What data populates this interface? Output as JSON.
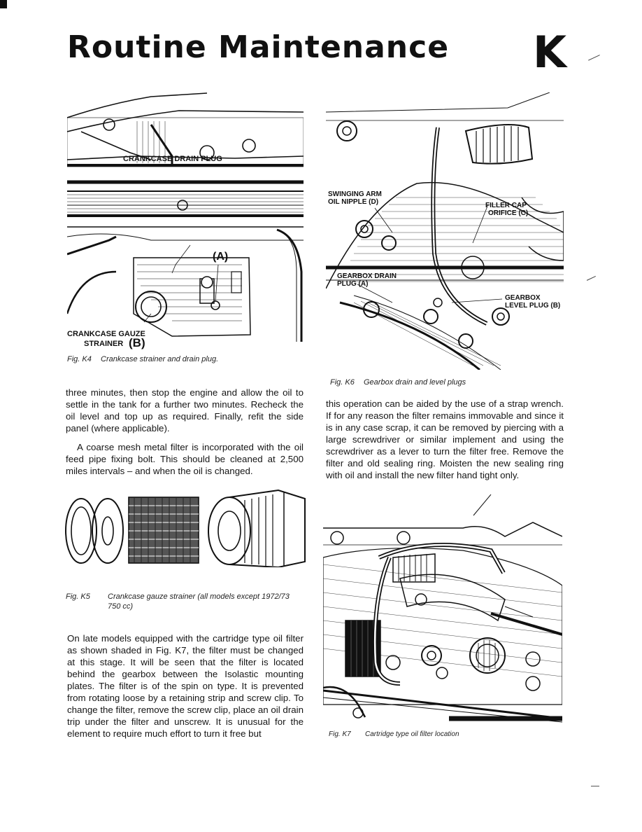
{
  "header": {
    "title": "Routine Maintenance",
    "section": "K"
  },
  "fig_k4": {
    "label_drain": "CRANKCASE DRAIN PLUG",
    "label_drain_letter": "(A)",
    "label_strainer_1": "CRANKCASE GAUZE",
    "label_strainer_2": "STRAINER",
    "label_strainer_letter": "(B)",
    "caption_num": "Fig. K4",
    "caption_text": "Crankcase strainer and drain plug."
  },
  "fig_k6": {
    "label_swing_1": "SWINGING ARM",
    "label_swing_2": "OIL NIPPLE (D)",
    "label_filler_1": "FILLER CAP",
    "label_filler_2": "ORIFICE (C)",
    "label_gbdrain_1": "GEARBOX  DRAIN",
    "label_gbdrain_2": "PLUG (A)",
    "label_gblevel_1": "GEARBOX",
    "label_gblevel_2": "LEVEL PLUG (B)",
    "caption_num": "Fig. K6",
    "caption_text": "Gearbox drain and level plugs"
  },
  "fig_k5": {
    "caption_num": "Fig. K5",
    "caption_text_1": "Crankcase gauze strainer (all models except 1972/73",
    "caption_text_2": "750 cc)"
  },
  "fig_k7": {
    "caption_num": "Fig. K7",
    "caption_text": "Cartridge type oil filter location"
  },
  "text": {
    "left_top_p1": "three minutes, then stop the engine and allow the oil to settle in the tank for a further two minutes. Recheck the oil level and top up as required. Finally, refit the side panel (where applicable).",
    "left_top_p2": "A coarse mesh metal filter is incorporated with the oil feed pipe fixing bolt. This should be cleaned at 2,500 miles intervals – and when the oil is changed.",
    "right_top_p1": "this operation can be aided by the use of a strap wrench. If for any reason the filter remains immovable and since it is in any case scrap, it can be removed by piercing with a large screwdriver or similar implement and using the screwdriver as a lever to turn the filter free. Remove the filter and old sealing ring. Moisten the new sealing ring with oil and install the new filter hand tight only.",
    "left_bottom_p1": "On late models equipped with the cartridge type oil filter as shown shaded in Fig. K7, the filter must be changed at this stage. It will be seen that the filter is located behind the gearbox between the Isolastic mounting plates. The filter is of the spin on type. It is prevented from rotating loose by a retaining strip and screw clip. To change the filter, remove the screw clip, place an oil drain trip under the filter and unscrew. It is unusual for the element to require much effort to turn it free but"
  }
}
